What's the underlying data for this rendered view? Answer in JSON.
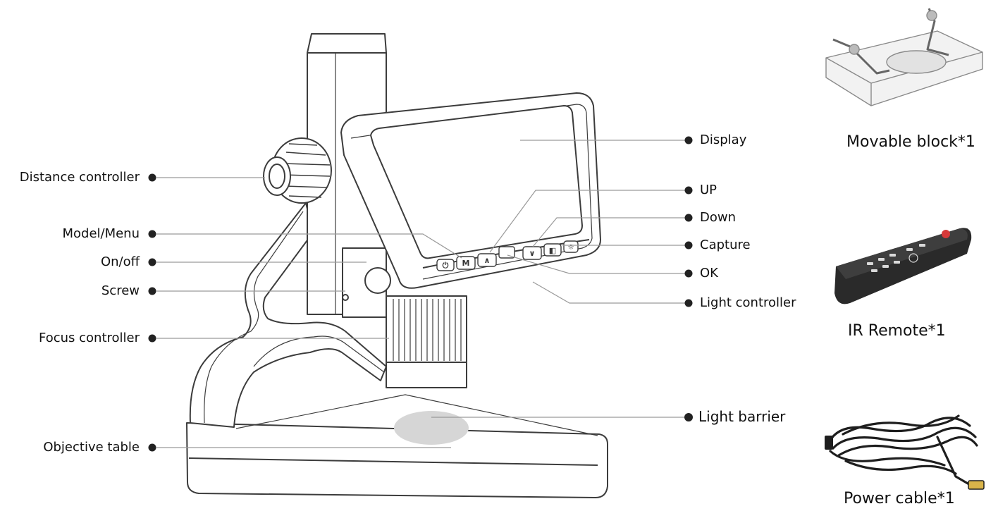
{
  "colors": {
    "line": "#9a9a9a",
    "dot": "#222222",
    "outline": "#3c3c3c",
    "barrier": "#d6d6d6"
  },
  "left_labels": [
    {
      "id": "distance-controller",
      "text": "Distance controller"
    },
    {
      "id": "model-menu",
      "text": "Model/Menu"
    },
    {
      "id": "on-off",
      "text": "On/off"
    },
    {
      "id": "screw",
      "text": "Screw"
    },
    {
      "id": "focus-controller",
      "text": "Focus controller"
    },
    {
      "id": "objective-table",
      "text": "Objective table"
    }
  ],
  "right_labels": [
    {
      "id": "display",
      "text": "Display"
    },
    {
      "id": "up",
      "text": "UP"
    },
    {
      "id": "down",
      "text": "Down"
    },
    {
      "id": "capture",
      "text": "Capture"
    },
    {
      "id": "ok",
      "text": "OK"
    },
    {
      "id": "light-controller",
      "text": "Light controller"
    },
    {
      "id": "light-barrier",
      "text": "Light barrier"
    }
  ],
  "buttons": {
    "power": "⏻",
    "menu": "M",
    "up": "∧",
    "down": "∨",
    "capture": "◧",
    "light": "☼"
  },
  "accessories": [
    {
      "id": "movable-block",
      "text": "Movable block*1",
      "icon": "movable-block-icon"
    },
    {
      "id": "ir-remote",
      "text": "IR Remote*1",
      "icon": "ir-remote-icon"
    },
    {
      "id": "power-cable",
      "text": "Power cable*1",
      "icon": "power-cable-icon"
    }
  ]
}
